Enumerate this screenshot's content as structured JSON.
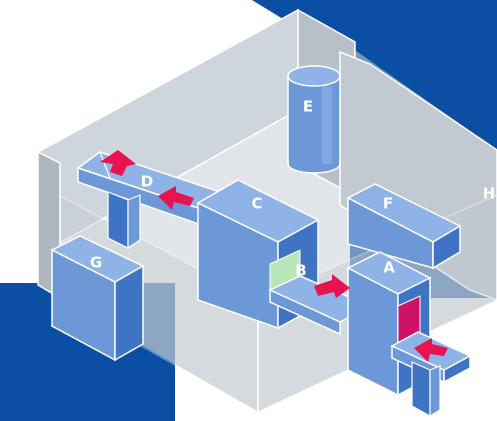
{
  "labels": {
    "A": "A",
    "B": "B",
    "C": "C",
    "D": "D",
    "E": "E",
    "F": "F",
    "G": "G",
    "H": "H"
  },
  "colors": {
    "backdrop_blue": "#0a4fa3",
    "room_wall": "#bfc7cf",
    "room_wall_dark": "#a9b2bb",
    "box_top": "#8fb3e6",
    "box_left": "#6d98d8",
    "box_right": "#3f74c4",
    "arrow": "#e8134f",
    "green_window": "#b8e6b8",
    "magenta_window": "#cf1268"
  },
  "icons": [
    "right-arrow",
    "left-arrow",
    "up-arrow"
  ]
}
